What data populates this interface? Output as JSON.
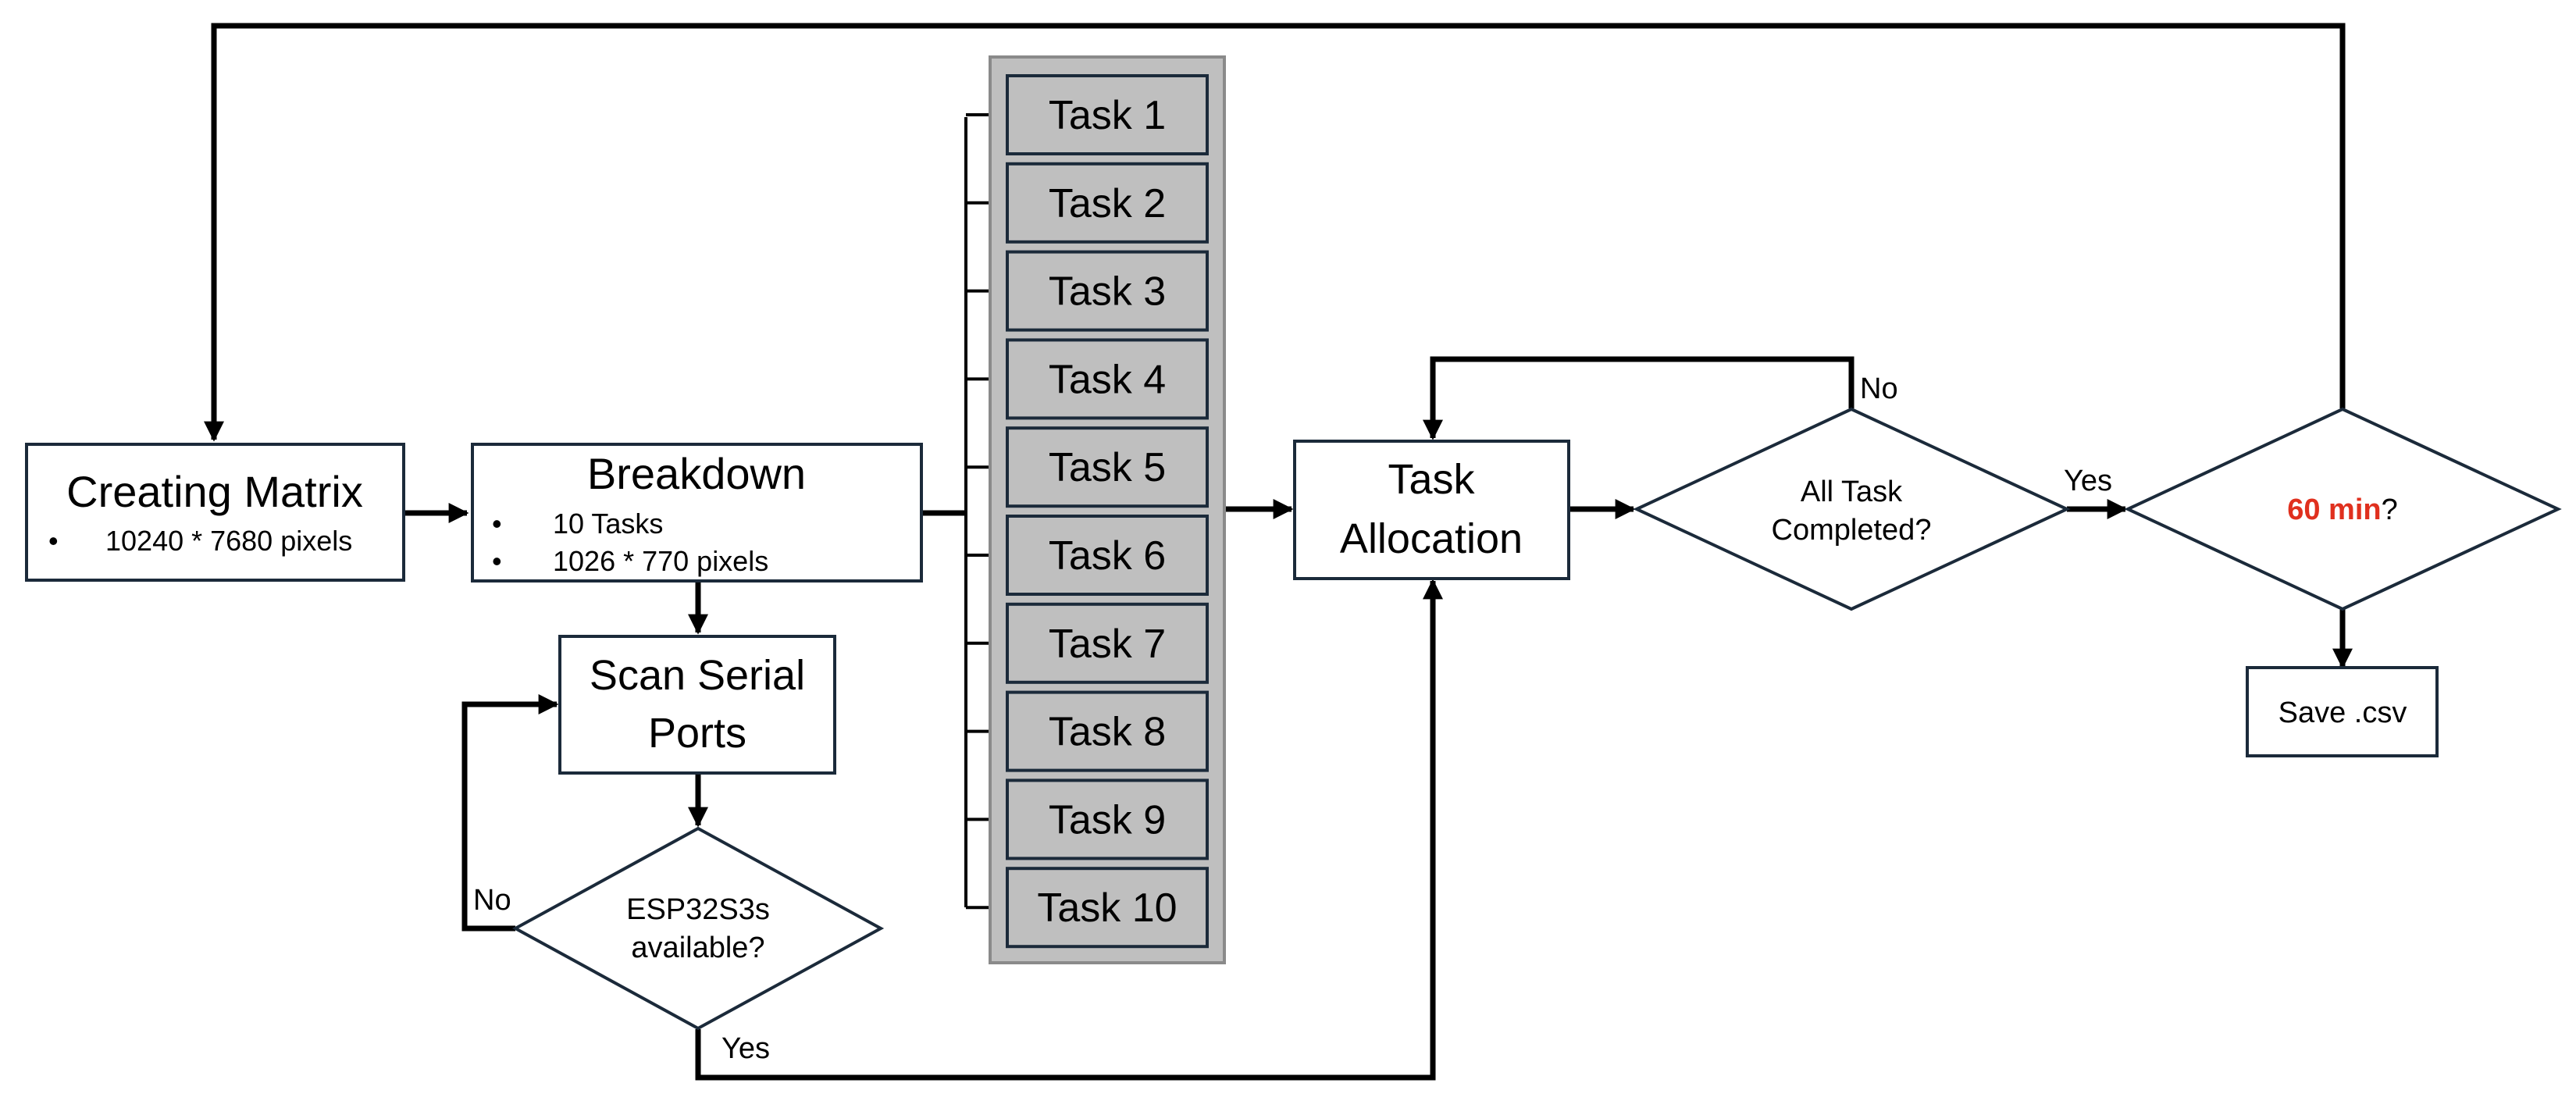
{
  "nodes": {
    "creating_matrix": {
      "title": "Creating Matrix",
      "bullets": [
        "10240 * 7680 pixels"
      ]
    },
    "breakdown": {
      "title": "Breakdown",
      "bullets": [
        "10 Tasks",
        "1026 * 770 pixels"
      ]
    },
    "scan_serial": {
      "line1": "Scan Serial",
      "line2": "Ports"
    },
    "esp_decision": {
      "line1": "ESP32S3s",
      "line2": "available?"
    },
    "tasks": [
      "Task 1",
      "Task 2",
      "Task 3",
      "Task 4",
      "Task 5",
      "Task 6",
      "Task 7",
      "Task 8",
      "Task 9",
      "Task 10"
    ],
    "task_allocation": {
      "line1": "Task",
      "line2": "Allocation"
    },
    "all_task_decision": {
      "line1": "All Task",
      "line2": "Completed?"
    },
    "time_decision": {
      "highlight": "60 min",
      "suffix": "?"
    },
    "save_csv": {
      "label": "Save .csv"
    }
  },
  "edge_labels": {
    "esp_no": "No",
    "esp_yes": "Yes",
    "alltask_no": "No",
    "alltask_yes": "Yes"
  },
  "bullet_char": "•",
  "colors": {
    "stroke": "#1b2a3a",
    "task_fill": "#bfbfbf",
    "highlight": "#e0301e"
  }
}
